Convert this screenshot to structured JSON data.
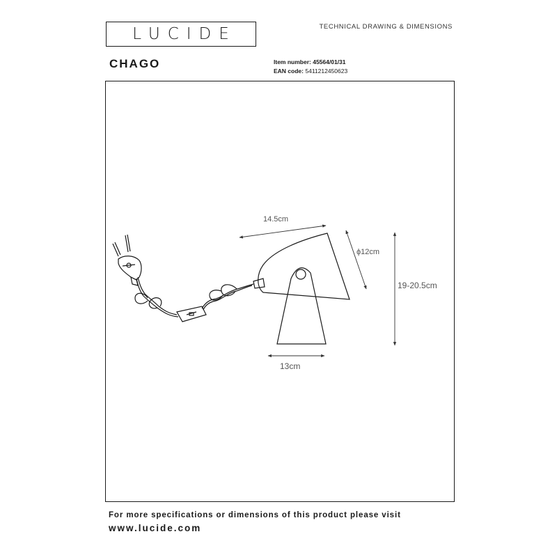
{
  "brand": {
    "logo_text": "LUCIDE"
  },
  "header": {
    "doc_type": "TECHNICAL DRAWING & DIMENSIONS"
  },
  "product": {
    "name": "CHAGO",
    "item_label": "Item number:",
    "item_value": "45564/01/31",
    "ean_label": "EAN code:",
    "ean_value": "5411212450623"
  },
  "dimensions": {
    "length": "14.5cm",
    "diameter": "ϕ12cm",
    "height": "19-20.5cm",
    "base_width": "13cm"
  },
  "footer": {
    "note": "For more specifications or dimensions of this product please visit",
    "url": "www.lucide.com"
  }
}
